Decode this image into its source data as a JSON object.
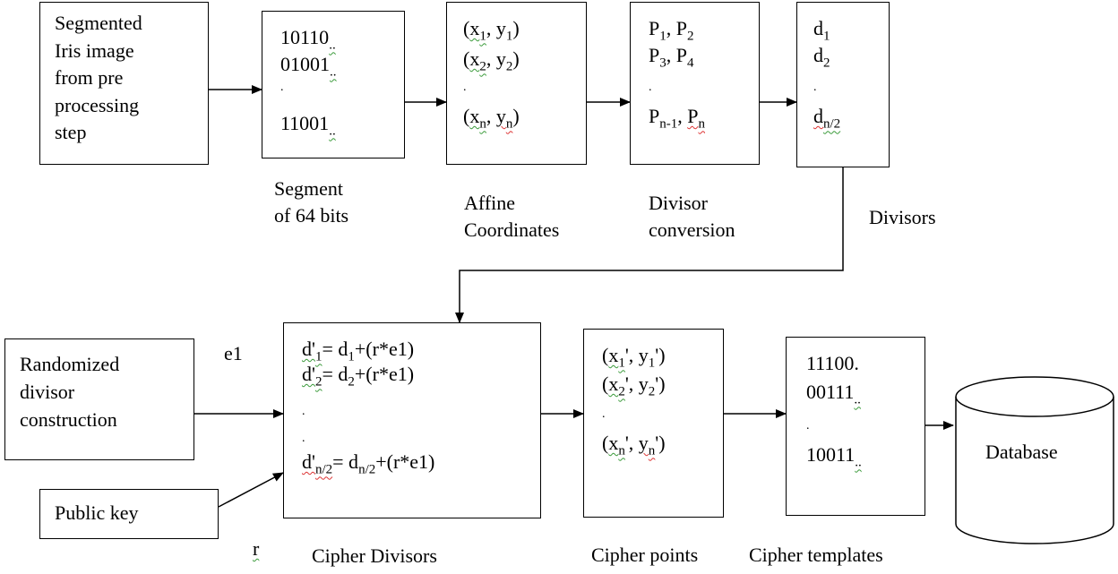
{
  "boxes": {
    "input": [
      "Segmented",
      "Iris image",
      "from pre",
      "processing",
      "step"
    ],
    "bits": {
      "line1": "10110",
      "line2": "01001",
      "dot": ".",
      "line3": "11001",
      "sq": ".."
    },
    "affine": {
      "x": "x",
      "y": "y",
      "s1": "1",
      "s2": "2",
      "sn": "n",
      "dot": "."
    },
    "points": {
      "p": "P",
      "s1": "1",
      "s2": "2",
      "s3": "3",
      "s4": "4",
      "snm1": "n-1",
      "sn": "n",
      "dot": "."
    },
    "divisors": {
      "d": "d",
      "s1": "1",
      "s2": "2",
      "sn2": "n/2",
      "dot": "."
    },
    "randomized": [
      "Randomized",
      "divisor",
      "construction"
    ],
    "public_key": "Public key",
    "cipher_div": {
      "dp": "d'",
      "eq1": "= d",
      "rhs": "+(r*e1)",
      "s1": "1",
      "s2": "2",
      "sn2": "n/2",
      "dot": "."
    },
    "cipher_pts": {
      "x": "x",
      "y": "y",
      "prime": "'",
      "s1": "1",
      "s2": "2",
      "sn": "n",
      "dot": "."
    },
    "cipher_tpl": {
      "line1": "11100.",
      "line2": "00111",
      "dot": ".",
      "line3": "10011",
      "sq": ".."
    },
    "database": "Database"
  },
  "captions": {
    "segment": [
      "Segment",
      "of 64 bits"
    ],
    "affine": [
      "Affine",
      "Coordinates"
    ],
    "divisor_conv": [
      "Divisor",
      "conversion"
    ],
    "divisors": "Divisors",
    "e1": "e1",
    "r": "r",
    "cipher_divisors": "Cipher Divisors",
    "cipher_points": "Cipher points",
    "cipher_templates": "Cipher templates"
  }
}
